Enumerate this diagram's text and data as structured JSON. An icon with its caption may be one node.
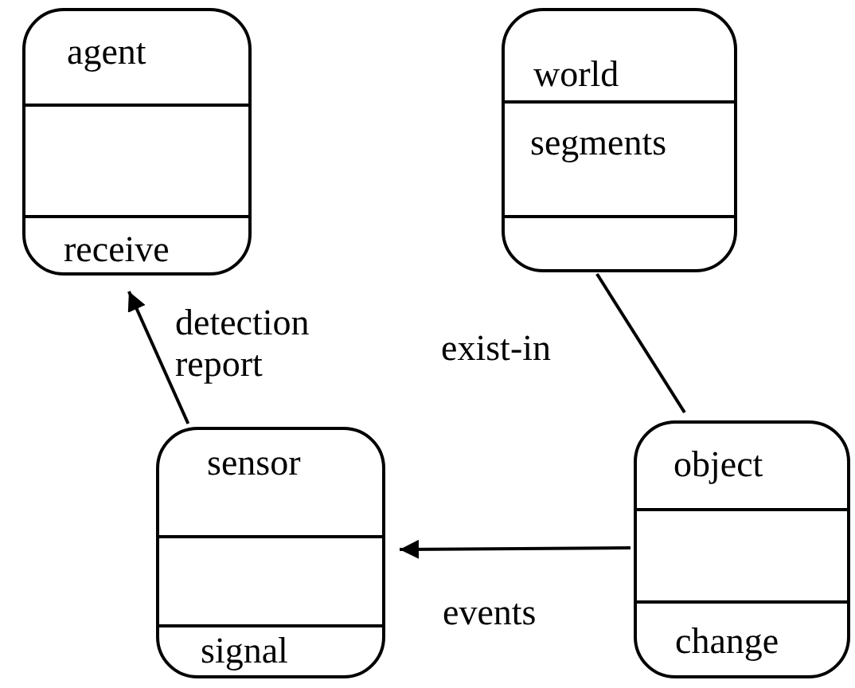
{
  "diagram": {
    "nodes": [
      {
        "text": [
          "agent",
          "receive"
        ]
      },
      {
        "text": [
          "world",
          "segments"
        ]
      },
      {
        "text": [
          "sensor",
          "signal"
        ]
      },
      {
        "text": [
          "object",
          "change"
        ]
      }
    ],
    "edges": [
      {
        "from": 2,
        "to": 0,
        "arrow": "to",
        "label": "detection report"
      },
      {
        "from": 1,
        "to": 3,
        "arrow": "none",
        "label": "exist-in"
      },
      {
        "from": 3,
        "to": 2,
        "arrow": "to",
        "label": "events"
      }
    ]
  }
}
